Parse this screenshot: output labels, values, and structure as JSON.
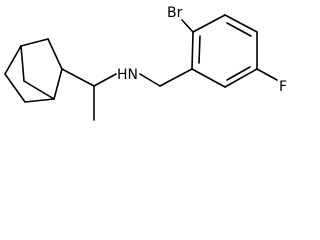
{
  "molecule": {
    "atoms": {
      "bromine": "Br",
      "amine": "HN",
      "fluorine": "F"
    },
    "colors": {
      "bond": "#000000",
      "label": "#000000",
      "background": "#ffffff"
    }
  }
}
